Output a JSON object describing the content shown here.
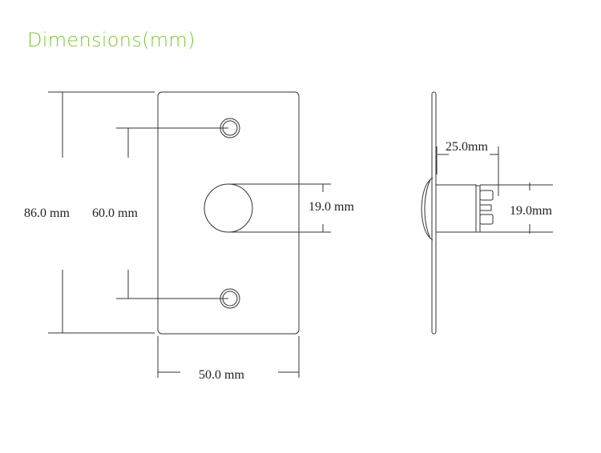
{
  "title": "Dimensions(mm)",
  "front_view": {
    "height_outer": "86.0 mm",
    "height_holes": "60.0 mm",
    "button_diameter": "19.0 mm",
    "width": "50.0 mm"
  },
  "side_view": {
    "depth": "25.0mm",
    "body_diameter": "19.0mm"
  },
  "colors": {
    "title": "#7dc832",
    "lines": "#333333"
  }
}
